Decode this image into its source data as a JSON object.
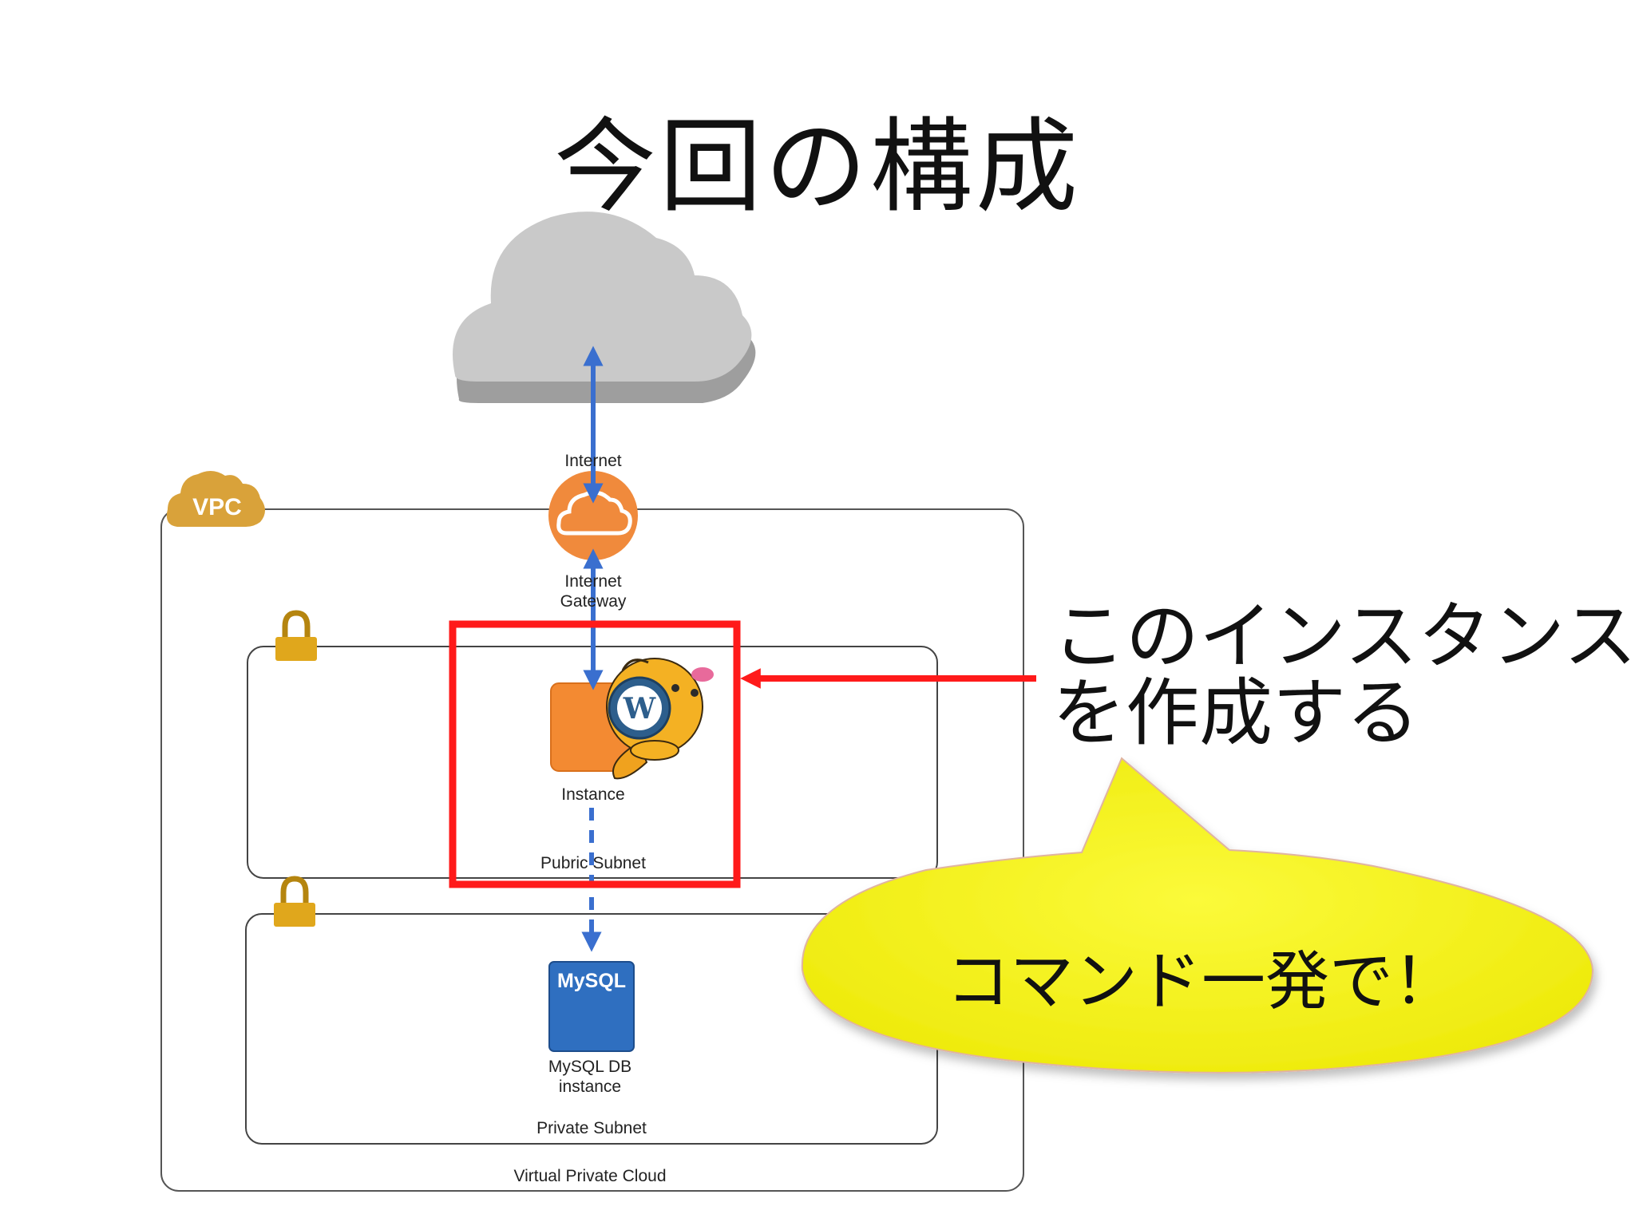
{
  "title": "今回の構成",
  "diagram": {
    "vpc_badge": "VPC",
    "internet_label": "Internet",
    "gateway_label_line1": "Internet",
    "gateway_label_line2": "Gateway",
    "instance_label": "Instance",
    "public_subnet_label": "Pubric Subnet",
    "mysql_icon_text": "MySQL",
    "db_label_line1": "MySQL DB",
    "db_label_line2": "instance",
    "private_subnet_label": "Private Subnet",
    "vpc_label": "Virtual Private Cloud"
  },
  "callout": {
    "line1": "このインスタンス",
    "line2": "を作成する"
  },
  "bubble": {
    "text": "コマンド一発で！"
  },
  "colors": {
    "arrow_blue": "#3a6fcf",
    "highlight_red": "#ff1a1a",
    "gateway_orange": "#f08a3c",
    "instance_orange": "#f38a32",
    "mysql_blue": "#2f6fc0",
    "lock_gold": "#e0a71c",
    "vpc_badge_gold": "#d9a23a",
    "bubble_yellow": "#f7f514",
    "cloud_gray": "#c8c8c8"
  },
  "icons": [
    "internet-cloud-icon",
    "vpc-badge-icon",
    "internet-gateway-icon",
    "lock-icon",
    "ec2-instance-icon",
    "wordpress-mascot-icon",
    "mysql-db-icon"
  ]
}
